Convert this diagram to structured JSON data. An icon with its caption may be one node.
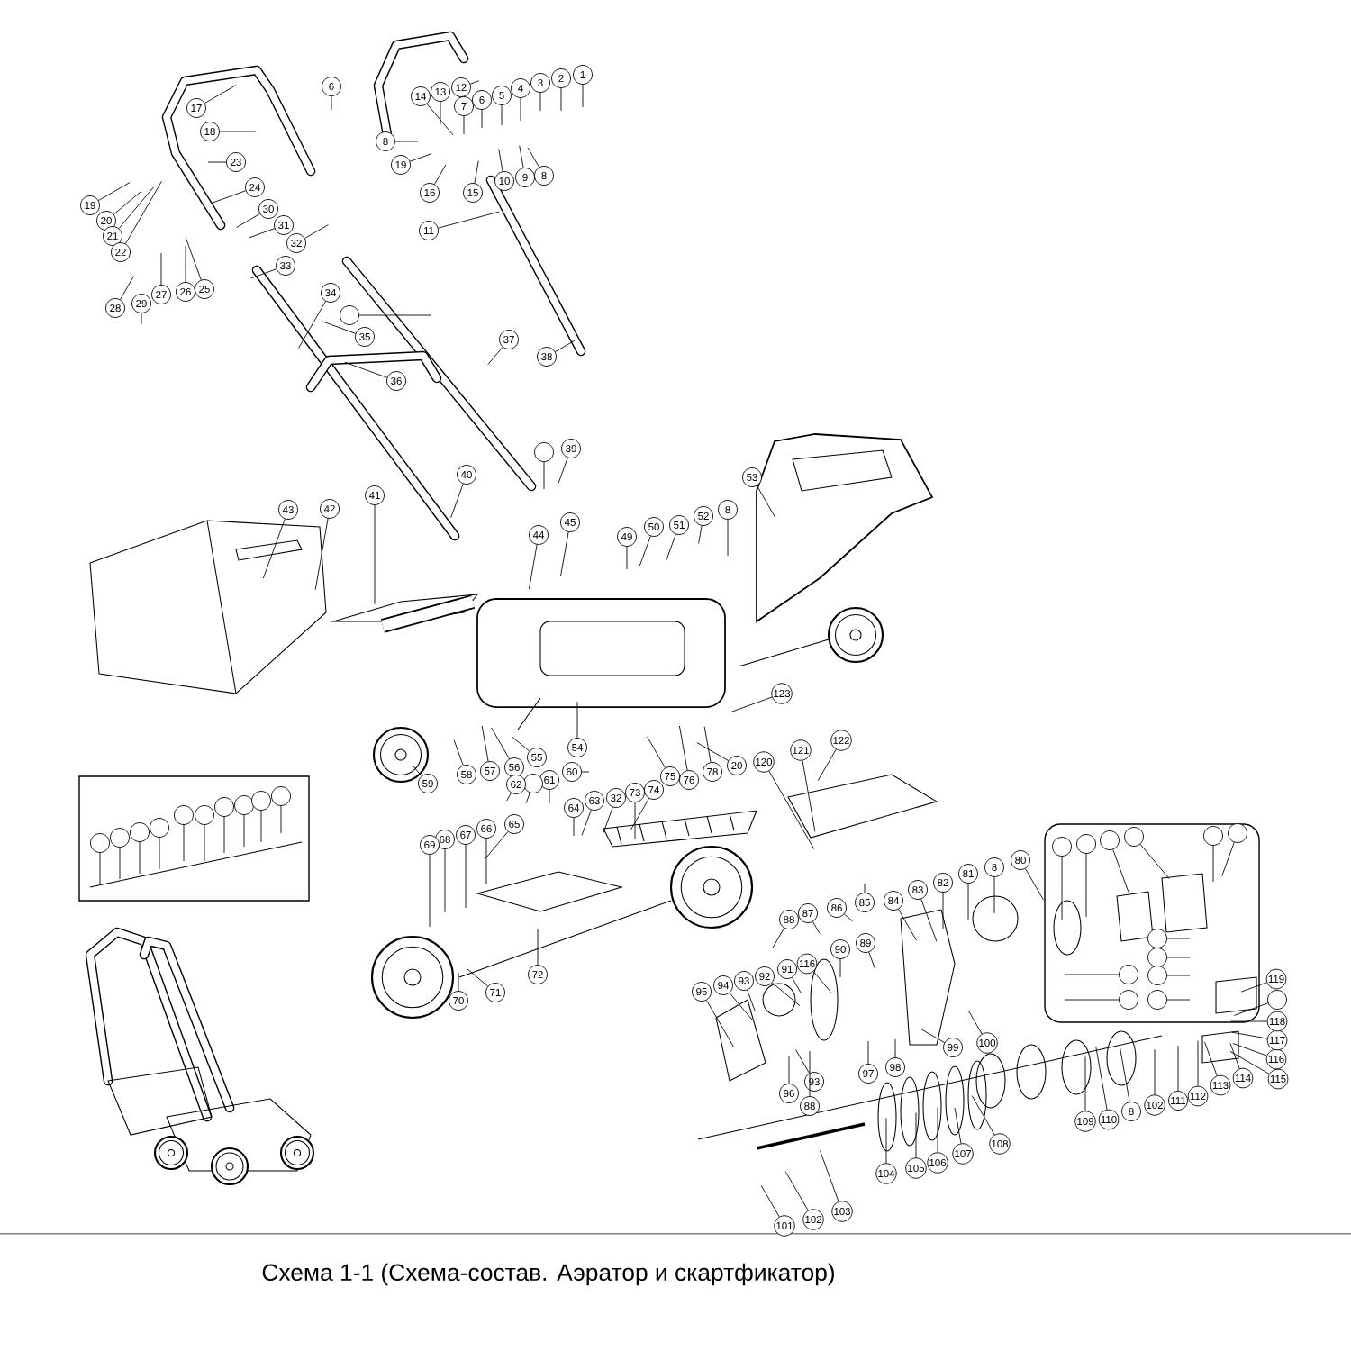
{
  "diagram": {
    "caption": "Схема 1-1 (Схема-состав. Аэратор и скартфикатор)",
    "nodes": [
      {
        "text": [
          "1"
        ]
      },
      {
        "text": [
          "2"
        ]
      },
      {
        "text": [
          "3"
        ]
      },
      {
        "text": [
          "4"
        ]
      },
      {
        "text": [
          "5"
        ]
      },
      {
        "text": [
          "6"
        ]
      },
      {
        "text": [
          "7"
        ]
      },
      {
        "text": [
          "6"
        ]
      },
      {
        "text": [
          "12"
        ]
      },
      {
        "text": [
          "13"
        ]
      },
      {
        "text": [
          "14"
        ]
      },
      {
        "text": [
          "8"
        ]
      },
      {
        "text": [
          "19"
        ]
      },
      {
        "text": [
          "16"
        ]
      },
      {
        "text": [
          "15"
        ]
      },
      {
        "text": [
          "10"
        ]
      },
      {
        "text": [
          "9"
        ]
      },
      {
        "text": [
          "8"
        ]
      },
      {
        "text": [
          "11"
        ]
      },
      {
        "text": [
          "17"
        ]
      },
      {
        "text": [
          "18"
        ]
      },
      {
        "text": [
          "23"
        ]
      },
      {
        "text": [
          "19"
        ]
      },
      {
        "text": [
          "20"
        ]
      },
      {
        "text": [
          "21"
        ]
      },
      {
        "text": [
          "22"
        ]
      },
      {
        "text": [
          "24"
        ]
      },
      {
        "text": [
          "30"
        ]
      },
      {
        "text": [
          "31"
        ]
      },
      {
        "text": [
          "32"
        ]
      },
      {
        "text": [
          "25"
        ]
      },
      {
        "text": [
          "26"
        ]
      },
      {
        "text": [
          "27"
        ]
      },
      {
        "text": [
          "29"
        ]
      },
      {
        "text": [
          "28"
        ]
      },
      {
        "text": [
          "33"
        ]
      },
      {
        "text": [
          "34"
        ]
      },
      {
        "text": [],
        "shape": "circle"
      },
      {
        "text": [
          "35"
        ]
      },
      {
        "text": [
          "36"
        ]
      },
      {
        "text": [
          "37"
        ]
      },
      {
        "text": [
          "38"
        ]
      },
      {
        "text": [],
        "shape": "circle"
      },
      {
        "text": [
          "39"
        ]
      },
      {
        "text": [
          "40"
        ]
      },
      {
        "text": [
          "41"
        ]
      },
      {
        "text": [
          "42"
        ]
      },
      {
        "text": [
          "43"
        ]
      },
      {
        "text": [
          "44"
        ]
      },
      {
        "text": [
          "45"
        ]
      },
      {
        "text": [
          "49"
        ]
      },
      {
        "text": [
          "50"
        ]
      },
      {
        "text": [
          "51"
        ]
      },
      {
        "text": [
          "52"
        ]
      },
      {
        "text": [
          "8"
        ]
      },
      {
        "text": [
          "53"
        ]
      },
      {
        "text": [
          "123"
        ]
      },
      {
        "text": [
          "54"
        ]
      },
      {
        "text": [
          "55"
        ]
      },
      {
        "text": [
          "56"
        ]
      },
      {
        "text": [
          "57"
        ]
      },
      {
        "text": [
          "58"
        ]
      },
      {
        "text": [
          "59"
        ]
      },
      {
        "text": [
          "75"
        ]
      },
      {
        "text": [
          "76"
        ]
      },
      {
        "text": [
          "78"
        ]
      },
      {
        "text": [
          "20"
        ]
      },
      {
        "text": [
          "120"
        ]
      },
      {
        "text": [
          "121"
        ]
      },
      {
        "text": [
          "122"
        ]
      },
      {
        "text": [
          "60"
        ]
      },
      {
        "text": [
          "61"
        ]
      },
      {
        "text": [],
        "shape": "circle"
      },
      {
        "text": [
          "62"
        ]
      },
      {
        "text": [
          "64"
        ]
      },
      {
        "text": [
          "63"
        ]
      },
      {
        "text": [
          "32"
        ]
      },
      {
        "text": [
          "73"
        ]
      },
      {
        "text": [
          "74"
        ]
      },
      {
        "text": [
          "65"
        ]
      },
      {
        "text": [
          "66"
        ]
      },
      {
        "text": [
          "67"
        ]
      },
      {
        "text": [
          "68"
        ]
      },
      {
        "text": [
          "69"
        ]
      },
      {
        "text": [
          "70"
        ]
      },
      {
        "text": [
          "71"
        ]
      },
      {
        "text": [
          "72"
        ]
      },
      {
        "text": [],
        "shape": "circle"
      },
      {
        "text": [],
        "shape": "circle"
      },
      {
        "text": [],
        "shape": "circle"
      },
      {
        "text": [],
        "shape": "circle"
      },
      {
        "text": [],
        "shape": "circle"
      },
      {
        "text": [],
        "shape": "circle"
      },
      {
        "text": [],
        "shape": "circle"
      },
      {
        "text": [],
        "shape": "circle"
      },
      {
        "text": [],
        "shape": "circle"
      },
      {
        "text": [],
        "shape": "circle"
      },
      {
        "text": [
          "95"
        ]
      },
      {
        "text": [
          "94"
        ]
      },
      {
        "text": [
          "93"
        ]
      },
      {
        "text": [
          "92"
        ]
      },
      {
        "text": [
          "91"
        ]
      },
      {
        "text": [
          "116"
        ]
      },
      {
        "text": [
          "88"
        ]
      },
      {
        "text": [
          "87"
        ]
      },
      {
        "text": [
          "86"
        ]
      },
      {
        "text": [
          "85"
        ]
      },
      {
        "text": [
          "90"
        ]
      },
      {
        "text": [
          "89"
        ]
      },
      {
        "text": [
          "84"
        ]
      },
      {
        "text": [
          "83"
        ]
      },
      {
        "text": [
          "82"
        ]
      },
      {
        "text": [
          "81"
        ]
      },
      {
        "text": [
          "8"
        ]
      },
      {
        "text": [
          "80"
        ]
      },
      {
        "text": [
          "96"
        ]
      },
      {
        "text": [
          "93"
        ]
      },
      {
        "text": [
          "88"
        ]
      },
      {
        "text": [
          "97"
        ]
      },
      {
        "text": [
          "98"
        ]
      },
      {
        "text": [
          "99"
        ]
      },
      {
        "text": [
          "100"
        ]
      },
      {
        "text": [
          "101"
        ]
      },
      {
        "text": [
          "102"
        ]
      },
      {
        "text": [
          "103"
        ]
      },
      {
        "text": [
          "104"
        ]
      },
      {
        "text": [
          "105"
        ]
      },
      {
        "text": [
          "106"
        ]
      },
      {
        "text": [
          "107"
        ]
      },
      {
        "text": [
          "108"
        ]
      },
      {
        "text": [
          "109"
        ]
      },
      {
        "text": [
          "110"
        ]
      },
      {
        "text": [
          "8"
        ]
      },
      {
        "text": [
          "102"
        ]
      },
      {
        "text": [
          "111"
        ]
      },
      {
        "text": [
          "112"
        ]
      },
      {
        "text": [
          "113"
        ]
      },
      {
        "text": [
          "114"
        ]
      },
      {
        "text": [
          "115"
        ]
      },
      {
        "text": [
          "116"
        ]
      },
      {
        "text": [
          "117"
        ]
      },
      {
        "text": [
          "118"
        ]
      },
      {
        "text": [],
        "shape": "circle"
      },
      {
        "text": [
          "119"
        ]
      },
      {
        "text": [],
        "shape": "circle"
      },
      {
        "text": [],
        "shape": "circle"
      },
      {
        "text": [],
        "shape": "circle"
      },
      {
        "text": [],
        "shape": "circle"
      },
      {
        "text": [],
        "shape": "circle"
      },
      {
        "text": [],
        "shape": "circle"
      },
      {
        "text": [],
        "shape": "circle"
      },
      {
        "text": [],
        "shape": "circle"
      },
      {
        "text": [],
        "shape": "circle"
      },
      {
        "text": [],
        "shape": "circle"
      },
      {
        "text": [],
        "shape": "circle"
      },
      {
        "text": [],
        "shape": "circle"
      }
    ],
    "edges": [
      {
        "from": 0,
        "to": null,
        "arrow": "none"
      },
      {
        "from": 1,
        "to": null,
        "arrow": "none"
      },
      {
        "from": 2,
        "to": null,
        "arrow": "none"
      },
      {
        "from": 3,
        "to": null,
        "arrow": "none"
      },
      {
        "from": 4,
        "to": null,
        "arrow": "none"
      },
      {
        "from": 5,
        "to": null,
        "arrow": "none"
      },
      {
        "from": 6,
        "to": null,
        "arrow": "none"
      },
      {
        "from": 7,
        "to": null,
        "arrow": "none"
      },
      {
        "from": 8,
        "to": null,
        "arrow": "none"
      },
      {
        "from": 9,
        "to": null,
        "arrow": "none"
      },
      {
        "from": 10,
        "to": null,
        "arrow": "none"
      },
      {
        "from": 11,
        "to": null,
        "arrow": "none"
      },
      {
        "from": 12,
        "to": null,
        "arrow": "none"
      },
      {
        "from": 13,
        "to": null,
        "arrow": "none"
      },
      {
        "from": 14,
        "to": null,
        "arrow": "none"
      },
      {
        "from": 15,
        "to": null,
        "arrow": "none"
      },
      {
        "from": 16,
        "to": null,
        "arrow": "none"
      },
      {
        "from": 17,
        "to": null,
        "arrow": "none"
      },
      {
        "from": 18,
        "to": null,
        "arrow": "none"
      },
      {
        "from": 19,
        "to": null,
        "arrow": "none"
      },
      {
        "from": 20,
        "to": null,
        "arrow": "none"
      },
      {
        "from": 21,
        "to": null,
        "arrow": "none"
      },
      {
        "from": 22,
        "to": null,
        "arrow": "none"
      },
      {
        "from": 23,
        "to": null,
        "arrow": "none"
      },
      {
        "from": 24,
        "to": null,
        "arrow": "none"
      },
      {
        "from": 25,
        "to": null,
        "arrow": "none"
      },
      {
        "from": 26,
        "to": null,
        "arrow": "none"
      },
      {
        "from": 27,
        "to": null,
        "arrow": "none"
      },
      {
        "from": 28,
        "to": null,
        "arrow": "none"
      },
      {
        "from": 29,
        "to": null,
        "arrow": "none"
      },
      {
        "from": 30,
        "to": null,
        "arrow": "none"
      },
      {
        "from": 31,
        "to": null,
        "arrow": "none"
      },
      {
        "from": 32,
        "to": null,
        "arrow": "none"
      },
      {
        "from": 33,
        "to": null,
        "arrow": "none"
      },
      {
        "from": 34,
        "to": null,
        "arrow": "none"
      },
      {
        "from": 35,
        "to": null,
        "arrow": "none"
      },
      {
        "from": 36,
        "to": null,
        "arrow": "none"
      },
      {
        "from": 37,
        "to": null,
        "arrow": "none"
      },
      {
        "from": 38,
        "to": null,
        "arrow": "none"
      },
      {
        "from": 39,
        "to": null,
        "arrow": "none"
      },
      {
        "from": 40,
        "to": null,
        "arrow": "none"
      },
      {
        "from": 41,
        "to": null,
        "arrow": "none"
      },
      {
        "from": 42,
        "to": null,
        "arrow": "none"
      },
      {
        "from": 43,
        "to": null,
        "arrow": "none"
      },
      {
        "from": 44,
        "to": null,
        "arrow": "none"
      },
      {
        "from": 45,
        "to": null,
        "arrow": "none"
      },
      {
        "from": 46,
        "to": null,
        "arrow": "none"
      },
      {
        "from": 47,
        "to": null,
        "arrow": "none"
      },
      {
        "from": 48,
        "to": null,
        "arrow": "none"
      },
      {
        "from": 49,
        "to": null,
        "arrow": "none"
      },
      {
        "from": 50,
        "to": null,
        "arrow": "none"
      },
      {
        "from": 51,
        "to": null,
        "arrow": "none"
      },
      {
        "from": 52,
        "to": null,
        "arrow": "none"
      },
      {
        "from": 53,
        "to": null,
        "arrow": "none"
      },
      {
        "from": 54,
        "to": null,
        "arrow": "none"
      },
      {
        "from": 55,
        "to": null,
        "arrow": "none"
      },
      {
        "from": 56,
        "to": null,
        "arrow": "none"
      },
      {
        "from": 57,
        "to": null,
        "arrow": "none"
      },
      {
        "from": 58,
        "to": null,
        "arrow": "none"
      },
      {
        "from": 59,
        "to": null,
        "arrow": "none"
      },
      {
        "from": 60,
        "to": null,
        "arrow": "none"
      },
      {
        "from": 61,
        "to": null,
        "arrow": "none"
      },
      {
        "from": 62,
        "to": null,
        "arrow": "none"
      },
      {
        "from": 63,
        "to": null,
        "arrow": "none"
      },
      {
        "from": 64,
        "to": null,
        "arrow": "none"
      },
      {
        "from": 65,
        "to": null,
        "arrow": "none"
      },
      {
        "from": 66,
        "to": null,
        "arrow": "none"
      },
      {
        "from": 67,
        "to": null,
        "arrow": "none"
      },
      {
        "from": 68,
        "to": null,
        "arrow": "none"
      },
      {
        "from": 69,
        "to": null,
        "arrow": "none"
      },
      {
        "from": 70,
        "to": null,
        "arrow": "none"
      },
      {
        "from": 71,
        "to": null,
        "arrow": "none"
      },
      {
        "from": 72,
        "to": null,
        "arrow": "none"
      },
      {
        "from": 73,
        "to": null,
        "arrow": "none"
      },
      {
        "from": 74,
        "to": null,
        "arrow": "none"
      },
      {
        "from": 75,
        "to": null,
        "arrow": "none"
      },
      {
        "from": 76,
        "to": null,
        "arrow": "none"
      },
      {
        "from": 77,
        "to": null,
        "arrow": "none"
      },
      {
        "from": 78,
        "to": null,
        "arrow": "none"
      },
      {
        "from": 79,
        "to": null,
        "arrow": "none"
      },
      {
        "from": 80,
        "to": null,
        "arrow": "none"
      },
      {
        "from": 81,
        "to": null,
        "arrow": "none"
      },
      {
        "from": 82,
        "to": null,
        "arrow": "none"
      },
      {
        "from": 83,
        "to": null,
        "arrow": "none"
      },
      {
        "from": 84,
        "to": null,
        "arrow": "none"
      },
      {
        "from": 85,
        "to": null,
        "arrow": "none"
      },
      {
        "from": 86,
        "to": null,
        "arrow": "none"
      },
      {
        "from": 87,
        "to": null,
        "arrow": "none"
      },
      {
        "from": 88,
        "to": null,
        "arrow": "none"
      },
      {
        "from": 89,
        "to": null,
        "arrow": "none"
      },
      {
        "from": 90,
        "to": null,
        "arrow": "none"
      },
      {
        "from": 91,
        "to": null,
        "arrow": "none"
      },
      {
        "from": 92,
        "to": null,
        "arrow": "none"
      },
      {
        "from": 93,
        "to": null,
        "arrow": "none"
      },
      {
        "from": 94,
        "to": null,
        "arrow": "none"
      },
      {
        "from": 95,
        "to": null,
        "arrow": "none"
      },
      {
        "from": 96,
        "to": null,
        "arrow": "none"
      },
      {
        "from": 97,
        "to": null,
        "arrow": "none"
      },
      {
        "from": 98,
        "to": null,
        "arrow": "none"
      },
      {
        "from": 99,
        "to": null,
        "arrow": "none"
      },
      {
        "from": 100,
        "to": null,
        "arrow": "none"
      },
      {
        "from": 101,
        "to": null,
        "arrow": "none"
      },
      {
        "from": 102,
        "to": null,
        "arrow": "none"
      },
      {
        "from": 103,
        "to": null,
        "arrow": "none"
      },
      {
        "from": 104,
        "to": null,
        "arrow": "none"
      },
      {
        "from": 105,
        "to": null,
        "arrow": "none"
      },
      {
        "from": 106,
        "to": null,
        "arrow": "none"
      },
      {
        "from": 107,
        "to": null,
        "arrow": "none"
      },
      {
        "from": 108,
        "to": null,
        "arrow": "none"
      },
      {
        "from": 109,
        "to": null,
        "arrow": "none"
      },
      {
        "from": 110,
        "to": null,
        "arrow": "none"
      },
      {
        "from": 111,
        "to": null,
        "arrow": "none"
      },
      {
        "from": 112,
        "to": null,
        "arrow": "none"
      },
      {
        "from": 113,
        "to": null,
        "arrow": "none"
      },
      {
        "from": 114,
        "to": null,
        "arrow": "none"
      },
      {
        "from": 115,
        "to": null,
        "arrow": "none"
      },
      {
        "from": 116,
        "to": null,
        "arrow": "none"
      },
      {
        "from": 117,
        "to": null,
        "arrow": "none"
      },
      {
        "from": 118,
        "to": null,
        "arrow": "none"
      },
      {
        "from": 119,
        "to": null,
        "arrow": "none"
      },
      {
        "from": 120,
        "to": null,
        "arrow": "none"
      },
      {
        "from": 121,
        "to": null,
        "arrow": "none"
      },
      {
        "from": 122,
        "to": null,
        "arrow": "none"
      },
      {
        "from": 123,
        "to": null,
        "arrow": "none"
      },
      {
        "from": 124,
        "to": null,
        "arrow": "none"
      },
      {
        "from": 125,
        "to": null,
        "arrow": "none"
      },
      {
        "from": 126,
        "to": null,
        "arrow": "none"
      },
      {
        "from": 127,
        "to": null,
        "arrow": "none"
      },
      {
        "from": 128,
        "to": null,
        "arrow": "none"
      },
      {
        "from": 129,
        "to": null,
        "arrow": "none"
      },
      {
        "from": 130,
        "to": null,
        "arrow": "none"
      },
      {
        "from": 131,
        "to": null,
        "arrow": "none"
      },
      {
        "from": 132,
        "to": null,
        "arrow": "none"
      },
      {
        "from": 133,
        "to": null,
        "arrow": "none"
      },
      {
        "from": 134,
        "to": null,
        "arrow": "none"
      },
      {
        "from": 135,
        "to": null,
        "arrow": "none"
      },
      {
        "from": 136,
        "to": null,
        "arrow": "none"
      },
      {
        "from": 137,
        "to": null,
        "arrow": "none"
      },
      {
        "from": 138,
        "to": null,
        "arrow": "none"
      },
      {
        "from": 139,
        "to": null,
        "arrow": "none"
      },
      {
        "from": 140,
        "to": null,
        "arrow": "none"
      },
      {
        "from": 141,
        "to": null,
        "arrow": "none"
      },
      {
        "from": 142,
        "to": null,
        "arrow": "none"
      },
      {
        "from": 143,
        "to": null,
        "arrow": "none"
      },
      {
        "from": 144,
        "to": null,
        "arrow": "none"
      },
      {
        "from": 145,
        "to": null,
        "arrow": "none"
      },
      {
        "from": 146,
        "to": null,
        "arrow": "none"
      },
      {
        "from": 147,
        "to": null,
        "arrow": "none"
      },
      {
        "from": 148,
        "to": null,
        "arrow": "none"
      },
      {
        "from": 149,
        "to": null,
        "arrow": "none"
      },
      {
        "from": 150,
        "to": null,
        "arrow": "none"
      },
      {
        "from": 151,
        "to": null,
        "arrow": "none"
      },
      {
        "from": 152,
        "to": null,
        "arrow": "none"
      },
      {
        "from": 153,
        "to": null,
        "arrow": "none"
      },
      {
        "from": 154,
        "to": null,
        "arrow": "none"
      },
      {
        "from": 155,
        "to": null,
        "arrow": "none"
      }
    ]
  }
}
